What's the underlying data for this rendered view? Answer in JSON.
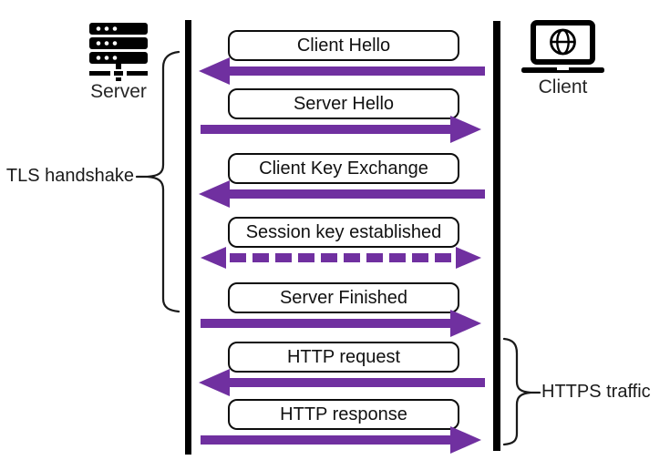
{
  "actors": {
    "server": {
      "label": "Server",
      "icon": "server-rack-icon"
    },
    "client": {
      "label": "Client",
      "icon": "laptop-globe-icon"
    }
  },
  "messages": [
    {
      "label": "Client Hello",
      "direction": "to-server",
      "style": "solid"
    },
    {
      "label": "Server Hello",
      "direction": "to-client",
      "style": "solid"
    },
    {
      "label": "Client Key Exchange",
      "direction": "to-server",
      "style": "solid"
    },
    {
      "label": "Session key established",
      "direction": "both",
      "style": "dashed"
    },
    {
      "label": "Server Finished",
      "direction": "to-client",
      "style": "solid"
    },
    {
      "label": "HTTP request",
      "direction": "to-server",
      "style": "solid"
    },
    {
      "label": "HTTP response",
      "direction": "to-client",
      "style": "solid"
    }
  ],
  "groups": [
    {
      "label": "TLS handshake",
      "side": "left",
      "covers": "Client Hello through Server Finished"
    },
    {
      "label": "HTTPS traffic",
      "side": "right",
      "covers": "HTTP request and HTTP response"
    }
  ],
  "colors": {
    "arrow": "#7030A0",
    "lifeline": "#000000",
    "box_border": "#0d0d0d",
    "text": "#1a1a1a",
    "background": "#ffffff"
  }
}
